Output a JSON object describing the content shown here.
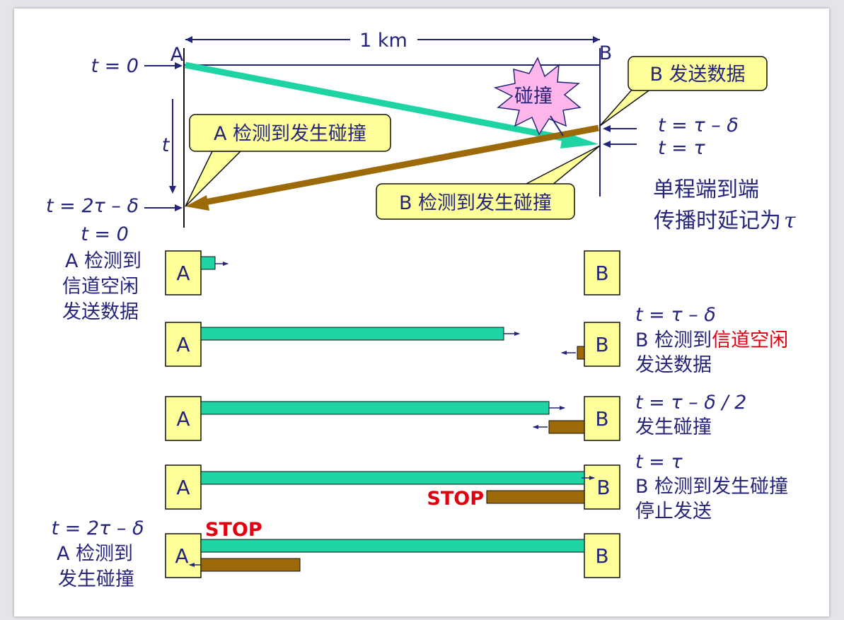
{
  "top": {
    "distance": "1 km",
    "node_a": "A",
    "node_b": "B",
    "t_axis": "t",
    "t0": "t = 0",
    "t_tau_minus_delta": "t = τ – δ",
    "t_tau": "t = τ",
    "t_2tau_minus_delta": "t = 2τ – δ",
    "collision_burst": "碰撞",
    "callout_b_send": "B 发送数据",
    "callout_a_detect": "A 检测到发生碰撞",
    "callout_b_detect": "B 检测到发生碰撞",
    "delay_note_line1": "单程端到端",
    "delay_note_line2": "传播时延记为",
    "delay_note_symbol": "τ"
  },
  "timeline": {
    "row1_left": {
      "t": "t = 0",
      "line1": "A 检测到",
      "line2": "信道空闲",
      "line3": "发送数据"
    },
    "row2_right": {
      "t": "t = τ – δ",
      "line1_prefix": "B 检测到",
      "line1_highlight": "信道空闲",
      "line2": "发送数据"
    },
    "row3_right": {
      "t": "t = τ – δ / 2",
      "line1": "发生碰撞"
    },
    "row4_right": {
      "t": "t = τ",
      "line1": "B 检测到发生碰撞",
      "line2": "停止发送"
    },
    "row5_left": {
      "t": "t = 2τ – δ",
      "line1": "A 检测到",
      "line2": "发生碰撞"
    },
    "stop_label": "STOP",
    "box_a": "A",
    "box_b": "B"
  },
  "colors": {
    "slide_bg": "#ffffff",
    "page_bg": "#e4e4ea",
    "text": "#24247a",
    "highlight_red": "#e0000e",
    "a_signal": "#1fd4a4",
    "b_signal": "#9c6a08",
    "callout_fill": "#ffff99",
    "burst_fill": "#ffb6ea",
    "node_box_fill": "#ffff99"
  }
}
